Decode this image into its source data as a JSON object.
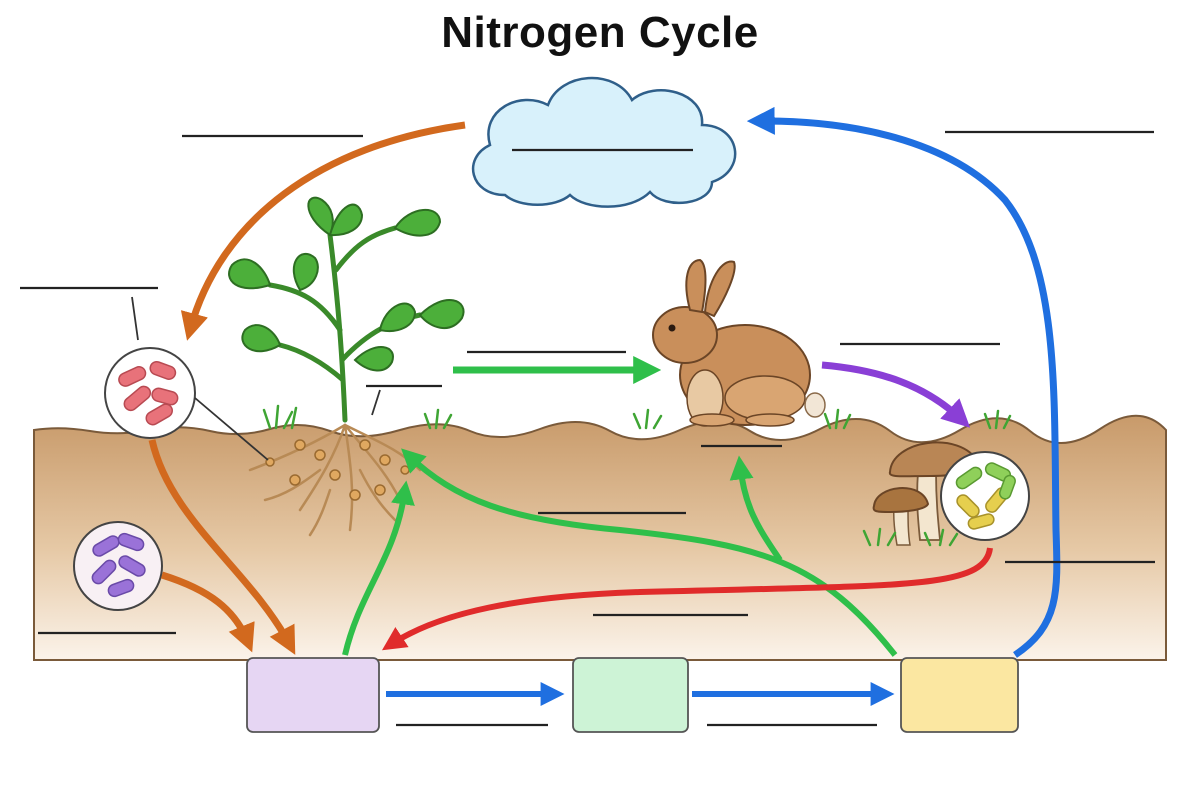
{
  "title": "Nitrogen Cycle",
  "colors": {
    "sky": "#ffffff",
    "soil_top": "#c89a6a",
    "soil_bottom": "#fbf3ea",
    "cloud_fill": "#d8f1fb",
    "cloud_stroke": "#2f5f8a",
    "arrow_orange": "#d2691e",
    "arrow_green": "#2fbf4a",
    "arrow_blue": "#1f6fe0",
    "arrow_purple": "#8a3fd6",
    "arrow_red": "#e02b2b",
    "box_purple": "#e6d6f3",
    "box_green": "#cdf3d6",
    "box_yellow": "#fbe7a1",
    "bacteria_red": "#e8727a",
    "bacteria_violet": "#9a72d8",
    "bacteria_green": "#8fd05a",
    "bacteria_yellow": "#e6cf4e",
    "leaf": "#4caf3a",
    "rabbit": "#c98f5b",
    "mushroom_cap": "#b98655"
  },
  "icons": [
    "cloud-icon",
    "plant-icon",
    "rabbit-icon",
    "mushroom-icon",
    "bacteria-icon"
  ],
  "blank_labels": [
    "label-blank-atmosphere-arrow",
    "label-blank-cloud",
    "label-blank-top-right",
    "label-blank-nodule-bacteria",
    "label-blank-root",
    "label-blank-plant-to-animal",
    "label-blank-animal-to-decomposer",
    "label-blank-animal-ground",
    "label-blank-soil-middle",
    "label-blank-soil-bacteria",
    "label-blank-denitrification",
    "label-blank-soil-lower",
    "label-blank-box1-to-box2",
    "label-blank-box2-to-box3"
  ]
}
